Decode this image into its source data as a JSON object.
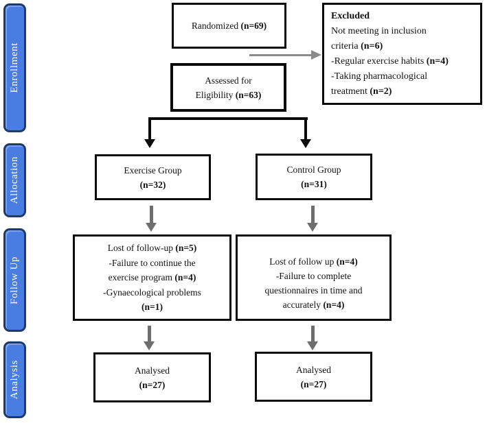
{
  "sidebar": {
    "tabs": [
      {
        "label": "Enrollment"
      },
      {
        "label": "Allocation"
      },
      {
        "label": "Follow Up"
      },
      {
        "label": "Analysis"
      }
    ]
  },
  "colors": {
    "tab_fill": "#4a7de2",
    "tab_border": "#1e3a68",
    "box_border": "#0a0a0a",
    "arrow_dark_gray": "#6e6e6e",
    "arrow_light_gray": "#8a8a8a"
  },
  "boxes": {
    "randomized": {
      "lines": [
        {
          "pre": "Randomized ",
          "bold": "(n=69)"
        }
      ]
    },
    "excluded": {
      "title": "Excluded",
      "lines": [
        {
          "pre": "Not meeting in inclusion",
          "bold": ""
        },
        {
          "pre": "criteria ",
          "bold": "(n=6)"
        },
        {
          "pre": "-Regular exercise habits ",
          "bold": "(n=4)"
        },
        {
          "pre": "-Taking pharmacological",
          "bold": ""
        },
        {
          "pre": "treatment ",
          "bold": "(n=2)"
        }
      ]
    },
    "assessed": {
      "lines": [
        {
          "pre": "Assessed for",
          "bold": ""
        },
        {
          "pre": "Eligibility ",
          "bold": "(n=63)"
        }
      ]
    },
    "exercise_group": {
      "lines": [
        {
          "pre": "Exercise Group",
          "bold": ""
        },
        {
          "pre": "",
          "bold": "(n=32)"
        }
      ]
    },
    "control_group": {
      "lines": [
        {
          "pre": "Control Group",
          "bold": ""
        },
        {
          "pre": "",
          "bold": "(n=31)"
        }
      ]
    },
    "lost_exercise": {
      "lines": [
        {
          "pre": "Lost of follow-up ",
          "bold": "(n=5)"
        },
        {
          "pre": "-Failure to continue the",
          "bold": ""
        },
        {
          "pre": "exercise program ",
          "bold": "(n=4)"
        },
        {
          "pre": "-Gynaecological problems",
          "bold": ""
        },
        {
          "pre": "",
          "bold": "(n=1)"
        }
      ]
    },
    "lost_control": {
      "lines": [
        {
          "pre": "Lost of follow up ",
          "bold": "(n=4)"
        },
        {
          "pre": "-Failure to complete",
          "bold": ""
        },
        {
          "pre": "questionnaires in time and",
          "bold": ""
        },
        {
          "pre": "accurately ",
          "bold": "(n=4)"
        }
      ]
    },
    "analysed_exercise": {
      "lines": [
        {
          "pre": "Analysed",
          "bold": ""
        },
        {
          "pre": "",
          "bold": "(n=27)"
        }
      ]
    },
    "analysed_control": {
      "lines": [
        {
          "pre": "Analysed",
          "bold": ""
        },
        {
          "pre": "",
          "bold": "(n=27)"
        }
      ]
    }
  }
}
